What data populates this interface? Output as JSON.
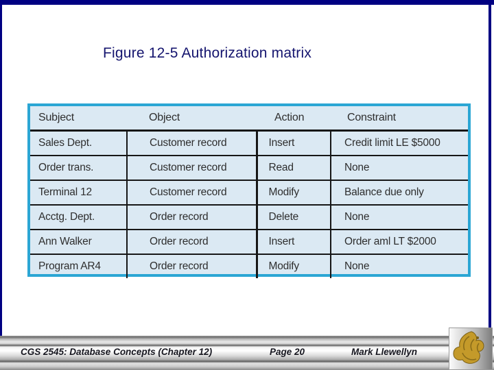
{
  "title": "Figure 12-5 Authorization matrix",
  "table": {
    "columns": [
      "Subject",
      "Object",
      "Action",
      "Constraint"
    ],
    "rows": [
      [
        "Sales Dept.",
        "Customer record",
        "Insert",
        "Credit limit LE $5000"
      ],
      [
        "Order trans.",
        "Customer record",
        "Read",
        "None"
      ],
      [
        "Terminal 12",
        "Customer record",
        "Modify",
        "Balance due only"
      ],
      [
        "Acctg. Dept.",
        "Order record",
        "Delete",
        "None"
      ],
      [
        "Ann Walker",
        "Order record",
        "Insert",
        "Order aml LT $2000"
      ],
      [
        "Program AR4",
        "Order record",
        "Modify",
        "None"
      ]
    ]
  },
  "footer": {
    "course": "CGS 2545: Database Concepts  (Chapter 12)",
    "page": "Page 20",
    "author": "Mark Llewellyn"
  },
  "icons": {
    "logo": "ucf-pegasus-logo"
  },
  "colors": {
    "frame_navy": "#000082",
    "title_navy": "#14146e",
    "table_border_cyan": "#2BA6D4",
    "cell_background": "#DBE9F3",
    "grid_black": "#161616",
    "footer_text": "#16161F",
    "logo_gold": "#C49A2A"
  }
}
